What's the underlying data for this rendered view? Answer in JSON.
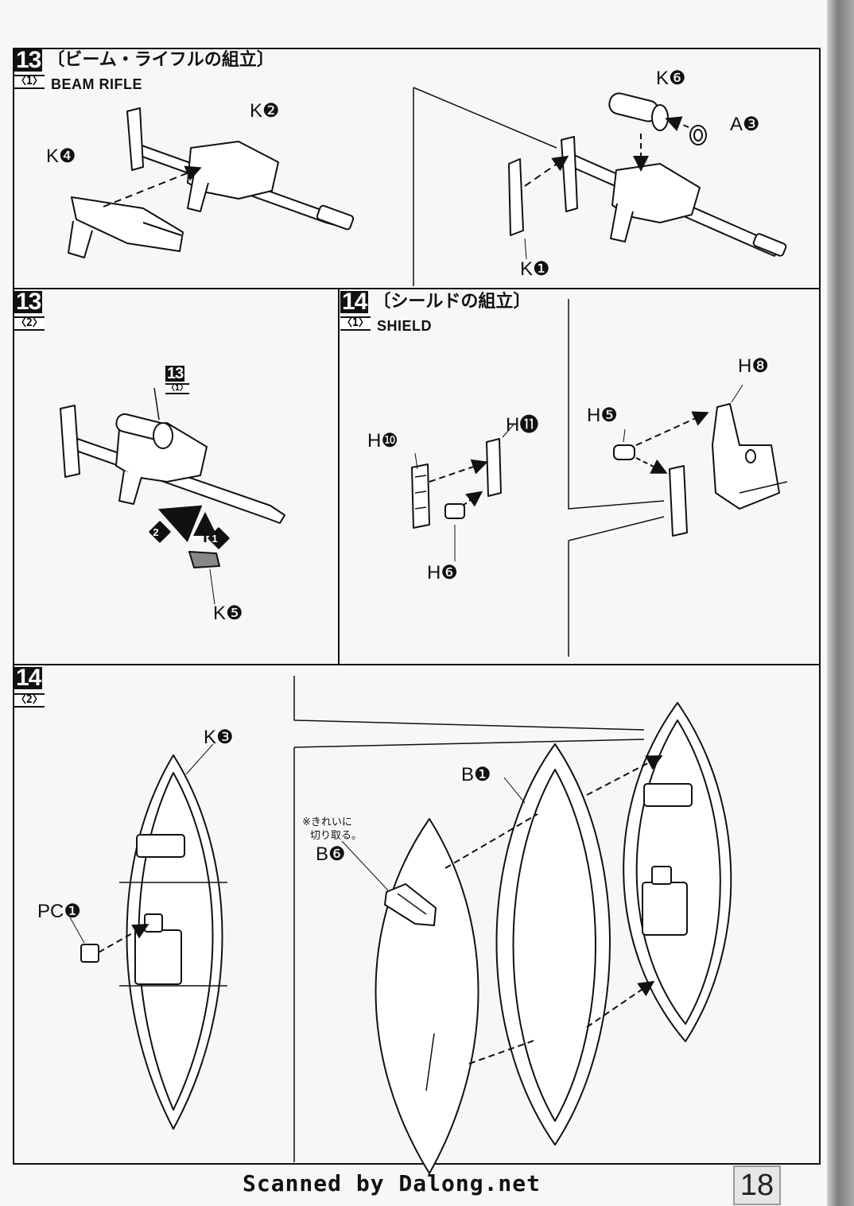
{
  "steps": [
    {
      "num": "13",
      "sub": "〈1〉",
      "title_jp": "〔ビーム・ライフルの組立〕",
      "title_en": "BEAM RIFLE"
    },
    {
      "num": "13",
      "sub": "〈2〉"
    },
    {
      "num": "14",
      "sub": "〈1〉",
      "title_jp": "〔シールドの組立〕",
      "title_en": "SHIELD"
    },
    {
      "num": "14",
      "sub": "〈2〉"
    }
  ],
  "ref_badge": {
    "num": "13",
    "sub": "〈1〉"
  },
  "parts": {
    "k2": "K❷",
    "k4": "K❹",
    "k6": "K❻",
    "a3": "A❸",
    "k1": "K❶",
    "k5": "K❺",
    "h8": "H❽",
    "h5": "H❺",
    "h11": "H⓫",
    "h10": "H❿",
    "h6": "H❻",
    "k3": "K❸",
    "b1": "B❶",
    "b6": "B❻",
    "pc1": "PC❶"
  },
  "order_marks": {
    "first": "1",
    "second": "2"
  },
  "note": {
    "line1": "※きれいに",
    "line2": "切り取る。"
  },
  "footer": {
    "brand": "Scanned by Dalong.net",
    "page": "18"
  }
}
